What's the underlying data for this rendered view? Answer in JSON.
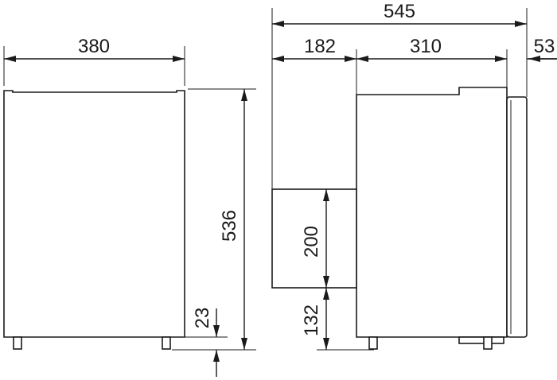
{
  "front_view": {
    "width_label": "380",
    "height_label": "536",
    "foot_label": "23"
  },
  "side_view": {
    "total_depth_label": "545",
    "offset_label": "182",
    "body_depth_label": "310",
    "door_label": "53",
    "block_height_label": "200",
    "block_elevation_label": "132"
  }
}
